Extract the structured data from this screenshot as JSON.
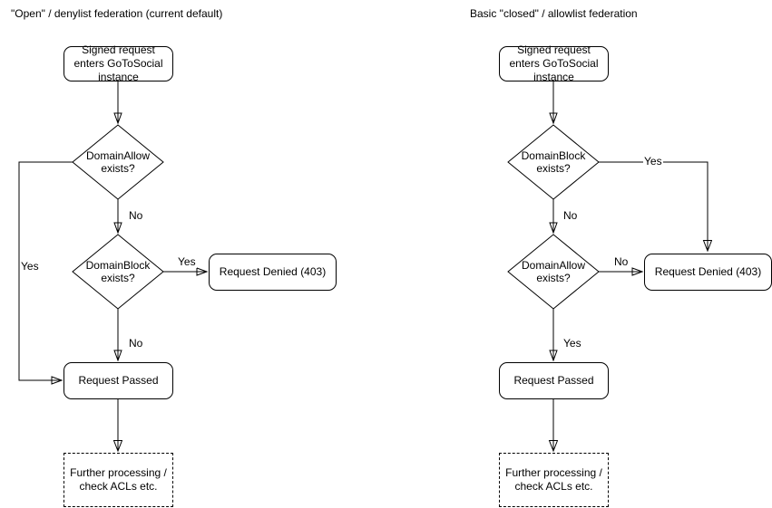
{
  "left_chart": {
    "title": "\"Open\" / denylist federation (current default)",
    "start": "Signed request enters GoToSocial instance",
    "decision1": "DomainAllow exists?",
    "decision1_yes_label": "Yes",
    "decision1_no_label": "No",
    "decision2": "DomainBlock exists?",
    "decision2_yes_label": "Yes",
    "decision2_no_label": "No",
    "denied": "Request Denied (403)",
    "passed": "Request Passed",
    "further": "Further processing / check ACLs etc."
  },
  "right_chart": {
    "title": "Basic \"closed\" / allowlist federation",
    "start": "Signed request enters GoToSocial instance",
    "decision1": "DomainBlock exists?",
    "decision1_yes_label": "Yes",
    "decision1_no_label": "No",
    "decision2": "DomainAllow exists?",
    "decision2_yes_label": "Yes",
    "decision2_no_label": "No",
    "denied": "Request Denied (403)",
    "passed": "Request Passed",
    "further": "Further processing / check ACLs etc."
  },
  "colors": {
    "stroke": "#000000",
    "fill": "#ffffff",
    "background": "#ffffff"
  }
}
